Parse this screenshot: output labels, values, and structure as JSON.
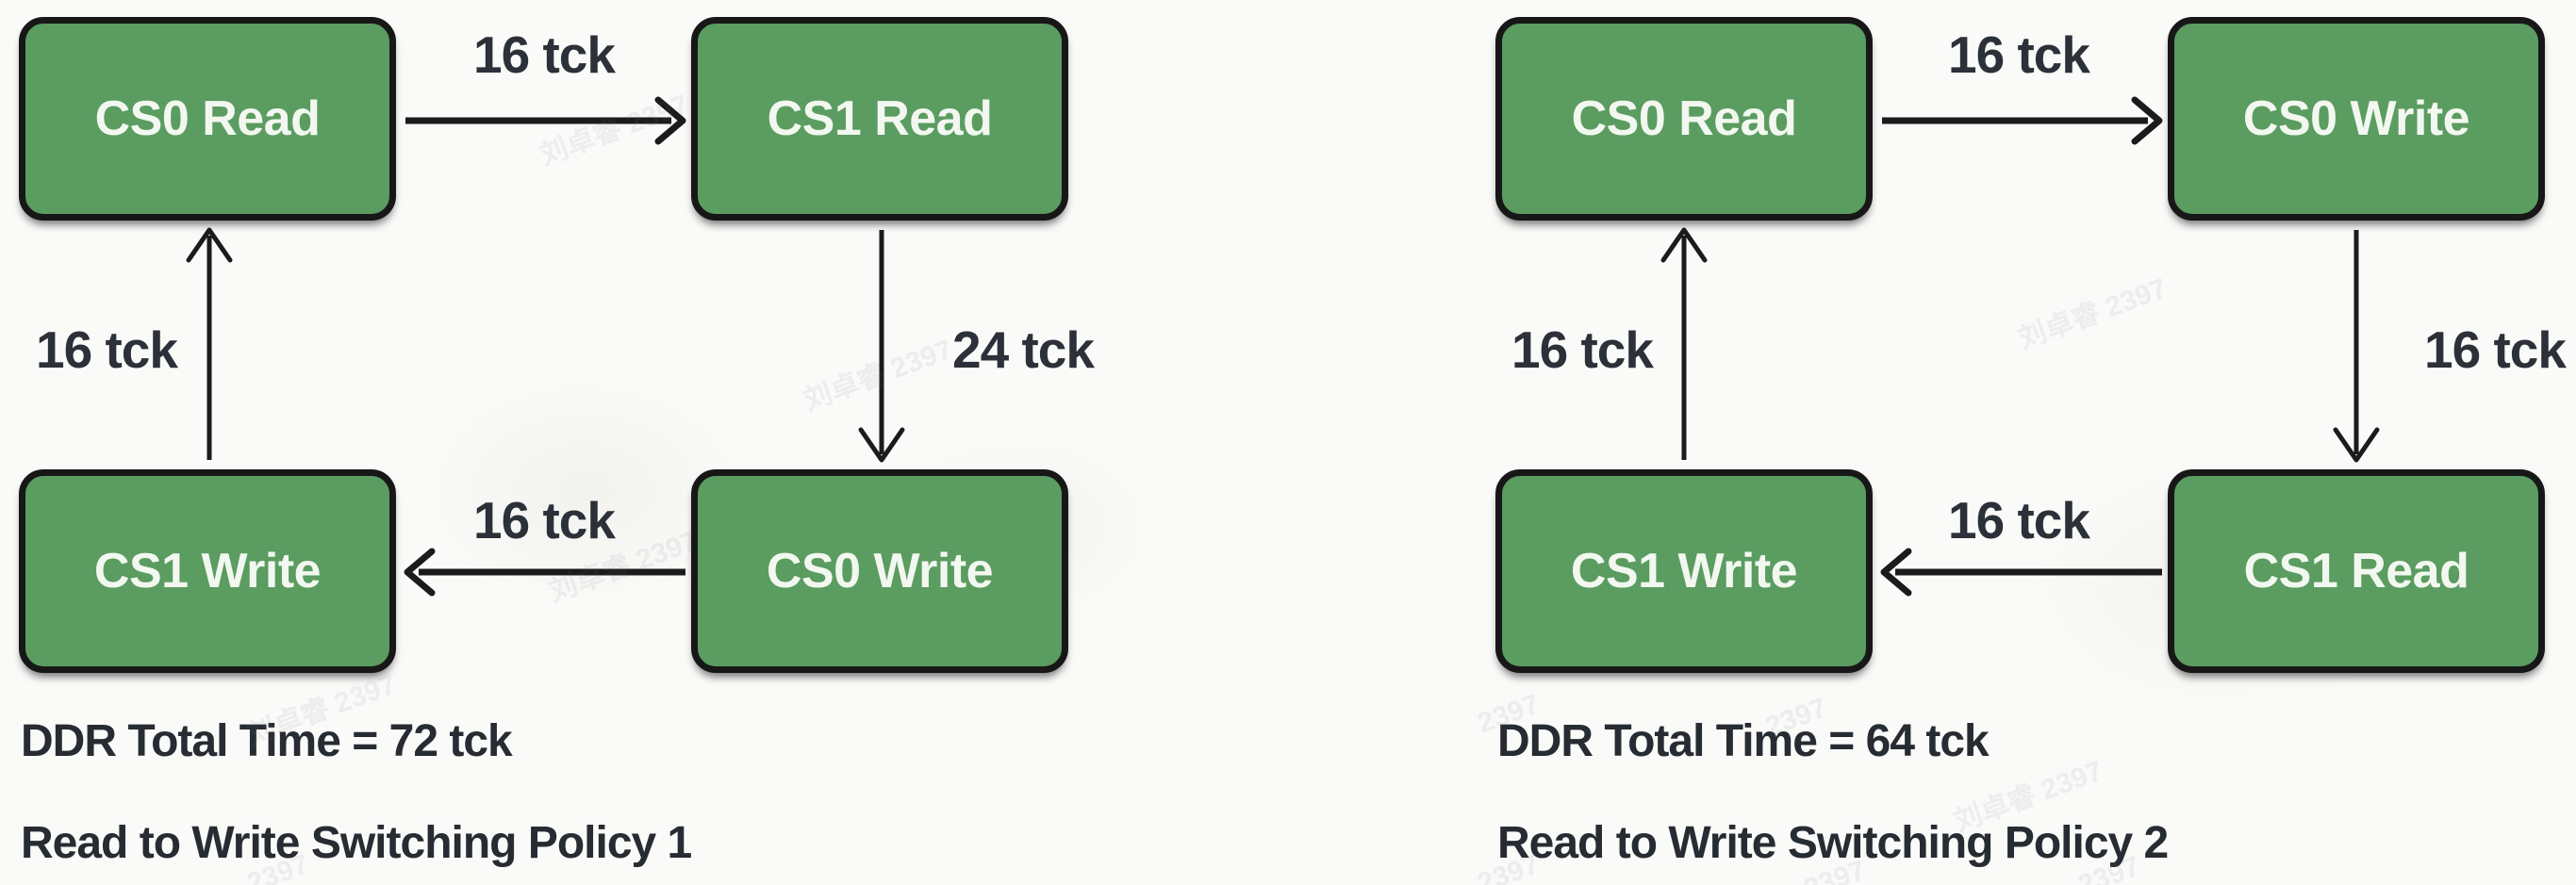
{
  "canvas": {
    "background": "#fafaf8"
  },
  "colors": {
    "box_fill": "#5b9c61",
    "box_border": "#171717",
    "box_text": "#f2f8f0",
    "label_text": "#2c3038",
    "arrow": "#1b1b1b"
  },
  "watermark": {
    "text_full": "刘卓睿 2397",
    "text_short": "2397"
  },
  "diagrams": [
    {
      "name": "Policy 1",
      "nodes": {
        "top_left": "CS0 Read",
        "top_right": "CS1 Read",
        "bottom_left": "CS1 Write",
        "bottom_right": "CS0 Write"
      },
      "edge_labels": {
        "top": "16 tck",
        "right": "24 tck",
        "bottom": "16 tck",
        "left": "16 tck"
      },
      "edges": [
        {
          "from": "CS0 Read",
          "to": "CS1 Read",
          "label": "16 tck",
          "direction": "right"
        },
        {
          "from": "CS1 Read",
          "to": "CS0 Write",
          "label": "24 tck",
          "direction": "down"
        },
        {
          "from": "CS0 Write",
          "to": "CS1 Write",
          "label": "16 tck",
          "direction": "left"
        },
        {
          "from": "CS1 Write",
          "to": "CS0 Read",
          "label": "16 tck",
          "direction": "up"
        }
      ],
      "total_time": "DDR Total Time = 72 tck",
      "caption": "Read to Write Switching Policy 1"
    },
    {
      "name": "Policy 2",
      "nodes": {
        "top_left": "CS0 Read",
        "top_right": "CS0 Write",
        "bottom_left": "CS1 Write",
        "bottom_right": "CS1 Read"
      },
      "edge_labels": {
        "top": "16 tck",
        "right": "16 tck",
        "bottom": "16 tck",
        "left": "16 tck"
      },
      "edges": [
        {
          "from": "CS0 Read",
          "to": "CS0 Write",
          "label": "16 tck",
          "direction": "right"
        },
        {
          "from": "CS0 Write",
          "to": "CS1 Read",
          "label": "16 tck",
          "direction": "down"
        },
        {
          "from": "CS1 Read",
          "to": "CS1 Write",
          "label": "16 tck",
          "direction": "left"
        },
        {
          "from": "CS1 Write",
          "to": "CS0 Read",
          "label": "16 tck",
          "direction": "up"
        }
      ],
      "total_time": "DDR Total Time = 64 tck",
      "caption": "Read to Write Switching Policy 2"
    }
  ]
}
